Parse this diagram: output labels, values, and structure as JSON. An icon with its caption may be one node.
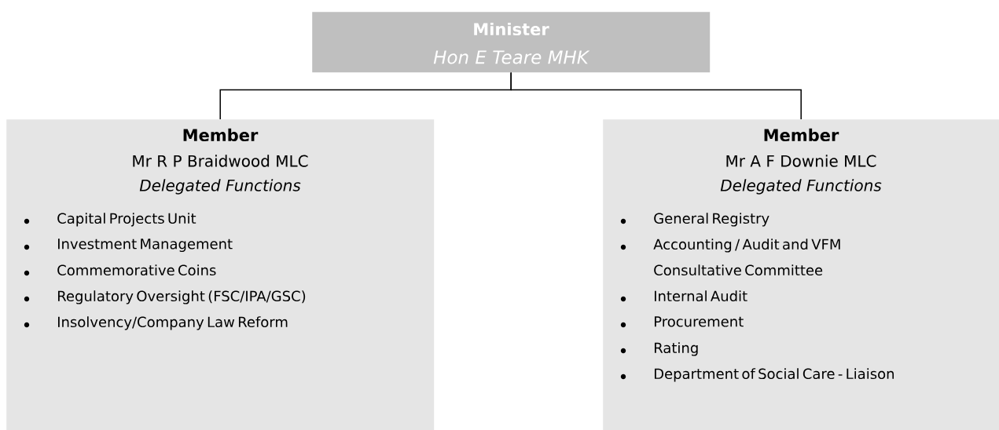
{
  "diagram": {
    "nodes": [
      {
        "text": [
          "Minister",
          "Hon E Teare MHK"
        ]
      },
      {
        "text": [
          "Member",
          "Mr R P Braidwood MLC",
          "Delegated Functions",
          "Capital Projects Unit",
          "Investment Management",
          "Commemorative Coins",
          "Regulatory Oversight (FSC/IPA/GSC)",
          "Insolvency/Company Law Reform"
        ]
      },
      {
        "text": [
          "Member",
          "Mr A F Downie MLC",
          "Delegated Functions",
          "General Registry",
          "Accounting / Audit and VFM Consultative Committee",
          "Internal Audit",
          "Procurement",
          "Rating",
          "Department of Social Care - Liaison"
        ]
      }
    ],
    "edges": [
      {
        "from": 0,
        "to": 1,
        "arrow": "none"
      },
      {
        "from": 0,
        "to": 2,
        "arrow": "none"
      }
    ]
  }
}
